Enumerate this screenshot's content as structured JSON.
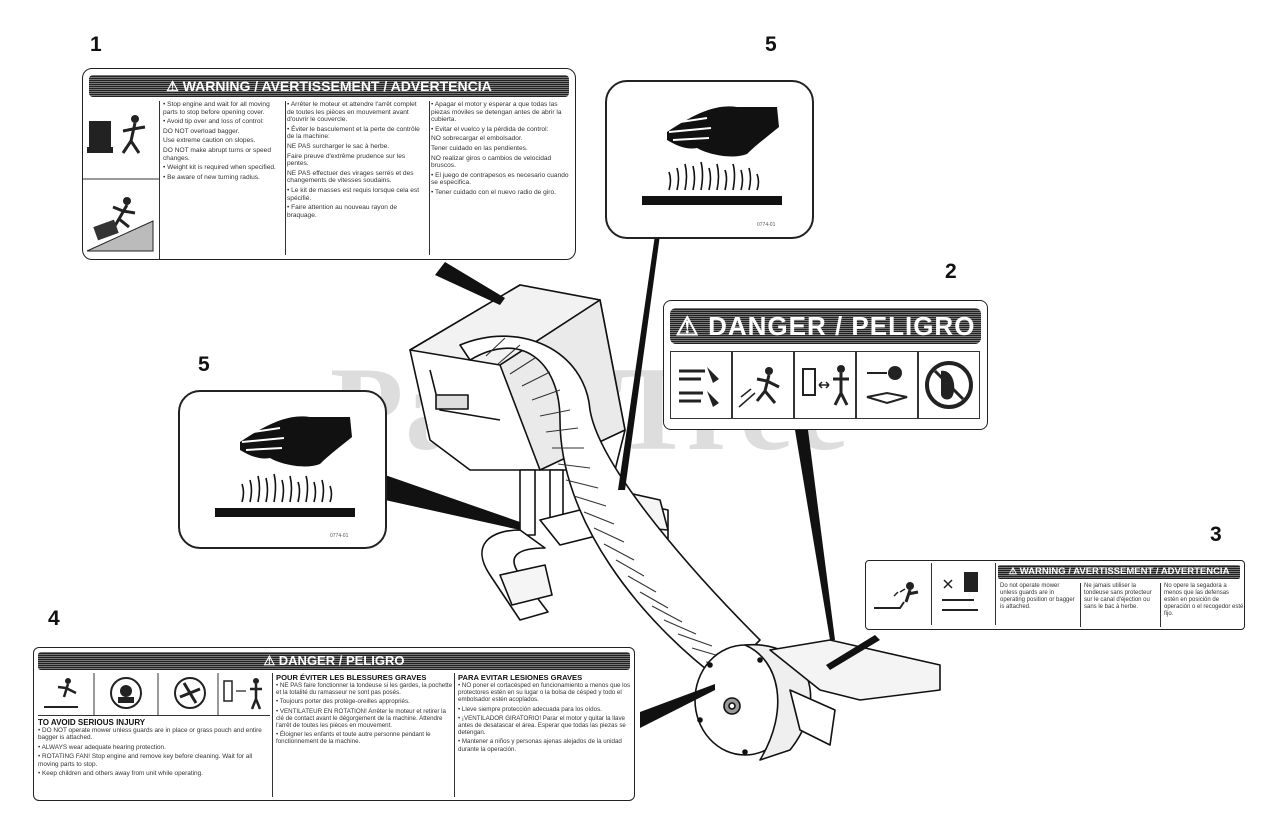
{
  "watermark": "PartsTree",
  "callouts": {
    "n1": "1",
    "n2": "2",
    "n3": "3",
    "n4": "4",
    "n5a": "5",
    "n5b": "5"
  },
  "decal1": {
    "header": "⚠ WARNING / AVERTISSEMENT / ADVERTENCIA",
    "english": [
      "• Stop engine and wait for all moving parts to stop before opening cover.",
      "• Avoid tip over and loss of control:",
      "DO NOT overload bagger.",
      "Use extreme caution on slopes.",
      "DO NOT make abrupt turns or speed changes.",
      "• Weight kit is required when specified.",
      "• Be aware of new turning radius."
    ],
    "french": [
      "• Arrêter le moteur et attendre l'arrêt complet de toutes les pièces en mouvement avant d'ouvrir le couvercle.",
      "• Éviter le basculement et la perte de contrôle de la machine:",
      "NE PAS surcharger le sac à herbe.",
      "Faire preuve d'extrême prudence sur les pentes.",
      "NE PAS effectuer des virages serrés et des changements de vitesses soudains.",
      "• Le kit de masses est requis lorsque cela est spécifié.",
      "• Faire attention au nouveau rayon de braquage."
    ],
    "spanish": [
      "• Apagar el motor y esperar a que todas las piezas móviles se detengan antes de abrir la cubierta.",
      "• Evitar el vuelco y la pérdida de control:",
      "NO sobrecargar el embolsador.",
      "Tener cuidado en las pendientes.",
      "NO realizar giros o cambios de velocidad bruscos.",
      "• El juego de contrapesos es necesario cuando se especifica.",
      "• Tener cuidado con el nuevo radio de giro."
    ]
  },
  "decal5": {
    "code": "0774-01"
  },
  "decal2": {
    "header": "⚠ DANGER / PELIGRO"
  },
  "decal3": {
    "header": "⚠ WARNING / AVERTISSEMENT / ADVERTENCIA",
    "col1": "Do not operate mower unless guards are in operating position or bagger is attached.",
    "col2": "Ne jamais utiliser la tondeuse sans protecteur sur le canal d'éjection ou sans le bac à herbe.",
    "col3": "No opere la segadora a menos que las defensas estén en posición de operación o el recogedor esté fijo."
  },
  "decal4": {
    "header": "⚠ DANGER / PELIGRO",
    "en_title": "TO AVOID SERIOUS INJURY",
    "en": [
      "• DO NOT operate mower unless guards are in place or grass pouch and entire bagger is attached.",
      "• ALWAYS wear adequate hearing protection.",
      "• ROTATING FAN! Stop engine and remove key before cleaning. Wait for all moving parts to stop.",
      "• Keep children and others away from unit while operating."
    ],
    "fr_title": "POUR ÉVITER LES BLESSURES GRAVES",
    "fr": [
      "• NE PAS faire fonctionner la tondeuse si les gardes, la pochette et la totalité du ramasseur ne sont pas posés.",
      "• Toujours porter des protège-oreilles appropriés.",
      "• VENTILATEUR EN ROTATION! Arrêter le moteur et retirer la clé de contact avant le dégorgement de la machine. Attendre l'arrêt de toutes les pièces en mouvement.",
      "• Éloigner les enfants et toute autre personne pendant le fonctionnement de la machine."
    ],
    "es_title": "PARA EVITAR LESIONES GRAVES",
    "es": [
      "• NO poner el cortacésped en funcionamiento a menos que los protectores estén en su lugar o la bolsa de césped y todo el embolsador estén acoplados.",
      "• Lleve siempre protección adecuada para los oídos.",
      "• ¡VENTILADOR GIRATORIO! Parar el motor y quitar la llave antes de desatascar el área. Esperar que todas las piezas se detengan.",
      "• Mantener a niños y personas ajenas alejados de la unidad durante la operación."
    ]
  }
}
